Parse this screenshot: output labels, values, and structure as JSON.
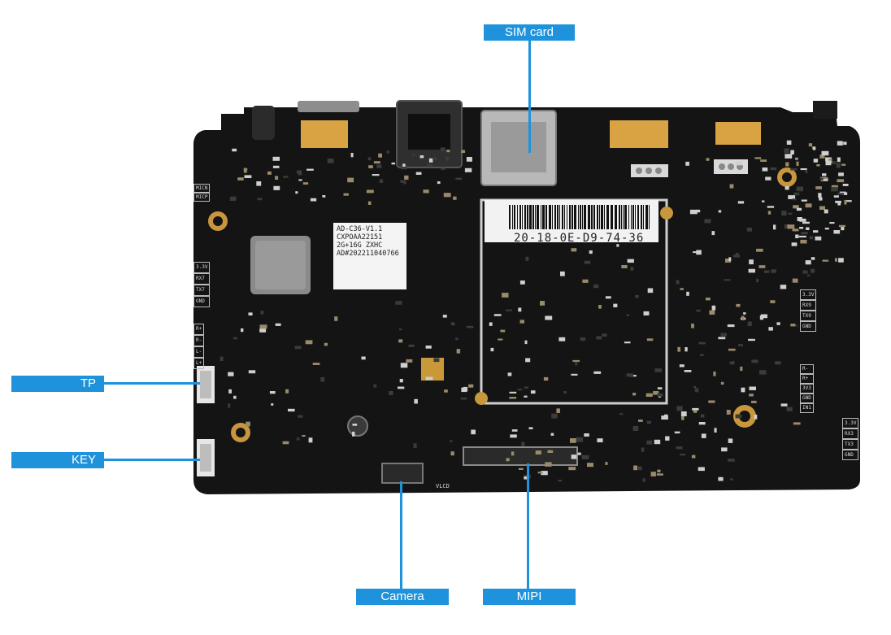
{
  "colors": {
    "accent": "#1e93dc",
    "board": "#141414",
    "sticker": "#f2f2f2",
    "gold_pad": "#d9a344"
  },
  "callouts": {
    "sim": "SIM card",
    "tp": "TP",
    "key": "KEY",
    "camera": "Camera",
    "mipi": "MIPI"
  },
  "board": {
    "mac_label": "20-18-0E-D9-74-36",
    "info_sticker": [
      "AD-C36-V1.1",
      "CXPOAA22151",
      "2G+16G  ZXHC",
      "AD#202211040766"
    ],
    "left_pins_1": [
      "3.3V",
      "RX7",
      "TX7",
      "GND"
    ],
    "left_pins_2": [
      "R+",
      "R-",
      "L-",
      "L+"
    ],
    "mic_labels": [
      "MICN",
      "MICP"
    ],
    "right_pins_1": [
      "3.3V",
      "RX9",
      "TX9",
      "GND"
    ],
    "right_pins_2": [
      "R-",
      "R+",
      "3V3",
      "GND",
      "IN1"
    ],
    "right_pins_3": [
      "3.3V",
      "RX3",
      "TX3",
      "GND"
    ],
    "vlcd": "VLCD"
  }
}
